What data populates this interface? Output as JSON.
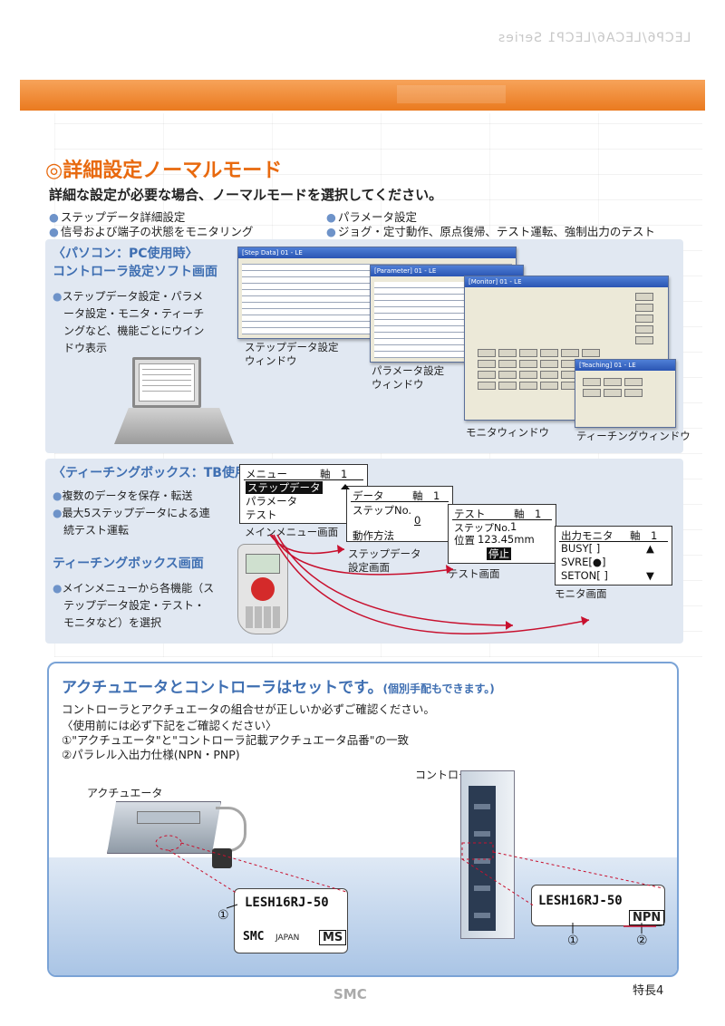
{
  "header": {
    "series": "LECP6/LECA6/LECP1 Series"
  },
  "section": {
    "title": "◎詳細設定ノーマルモード",
    "intro": "詳細な設定が必要な場合、ノーマルモードを選択してください。",
    "bullets": [
      "ステップデータ詳細設定",
      "パラメータ設定",
      "信号および端子の状態をモニタリング",
      "ジョグ・定寸動作、原点復帰、テスト運転、強制出力のテスト"
    ]
  },
  "pc": {
    "heading1": "〈パソコン：PC使用時〉",
    "heading2": "コントローラ設定ソフト画面",
    "desc": [
      "ステップデータ設定・パラメ",
      "ータ設定・モニタ・ティーチ",
      "ングなど、機能ごとにウイン",
      "ドウ表示"
    ],
    "windows": {
      "step_title": "[Step Data] 01 - LE",
      "param_title": "[Parameter] 01 - LE",
      "monitor_title": "[Monitor] 01 - LE",
      "teach_title": "[Teaching] 01 - LE"
    },
    "captions": {
      "step": [
        "ステップデータ設定",
        "ウィンドウ"
      ],
      "param": [
        "パラメータ設定",
        "ウィンドウ"
      ],
      "monitor": "モニタウィンドウ",
      "teach": "ティーチングウィンドウ"
    }
  },
  "tb": {
    "heading": "〈ティーチングボックス：TB使用時〉",
    "bullets": [
      "複数のデータを保存・転送",
      "最大5ステップデータによる連",
      "続テスト運転"
    ],
    "screen_heading": "ティーチングボックス画面",
    "screen_desc": [
      "メインメニューから各機能（ス",
      "テップデータ設定・テスト・",
      "モニタなど）を選択"
    ],
    "menu": {
      "title": "メニュー",
      "axis": "軸　1",
      "items": [
        "ステップデータ",
        "パラメータ",
        "テスト"
      ]
    },
    "stepdata": {
      "title": "データ",
      "axis": "軸　1",
      "step": "ステップNo.",
      "step_val": "0",
      "method": "動作方法"
    },
    "test": {
      "title": "テスト",
      "axis": "軸　1",
      "step": "ステップNo.",
      "step_val": "1",
      "pos": "位置",
      "pos_val": "123.45mm",
      "stop": "停止"
    },
    "monitor": {
      "title": "出力モニタ",
      "axis": "軸　1",
      "items": [
        "BUSY[ ]",
        "SVRE[●]",
        "SETON[ ]"
      ]
    },
    "captions": {
      "menu": "メインメニュー画面",
      "step": [
        "ステップデータ",
        "設定画面"
      ],
      "test": "テスト画面",
      "monitor": "モニタ画面"
    }
  },
  "set": {
    "title": "アクチュエータとコントローラはセットです。",
    "title_note": "(個別手配もできます。)",
    "line1": "コントローラとアクチュエータの組合せが正しいか必ずご確認ください。",
    "line2": "〈使用前には必ず下記をご確認ください〉",
    "line3": "①\"アクチュエータ\"と\"コントローラ記載アクチュエータ品番\"の一致",
    "line4": "②パラレル入出力仕様(NPN・PNP)",
    "actuator_label": "アクチュエータ",
    "controller_label": "コントローラ",
    "part_number": "LESH16RJ-50",
    "brand": "SMC",
    "brand_sub": "JAPAN",
    "ms": "MS",
    "npn": "NPN",
    "circle1": "①",
    "circle2": "②"
  },
  "footer": {
    "logo": "SMC",
    "page": "特長4"
  },
  "colors": {
    "accent_orange": "#e8690e",
    "accent_blue": "#3f6fb2",
    "panel_bg": "#e1e8f2",
    "arrow_red": "#c8102e"
  }
}
